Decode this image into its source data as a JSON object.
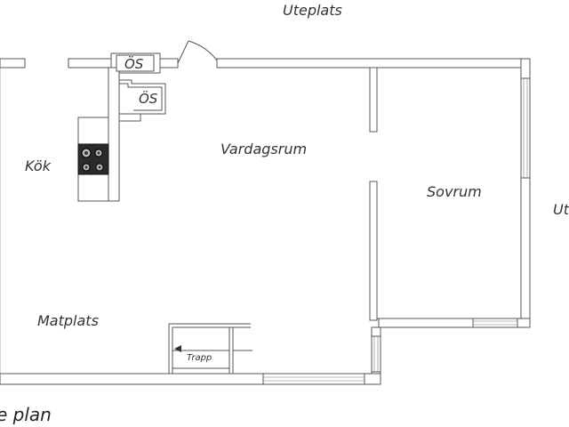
{
  "labels": {
    "top_outdoor": "Uteplats",
    "right_outdoor": "Ut",
    "kitchen": "Kök",
    "living": "Vardagsrum",
    "bedroom": "Sovrum",
    "dining": "Matplats",
    "wardrobe_1": "ÖS",
    "wardrobe_2": "ÖS",
    "stairs": "Trapp",
    "caption": "e plan"
  }
}
